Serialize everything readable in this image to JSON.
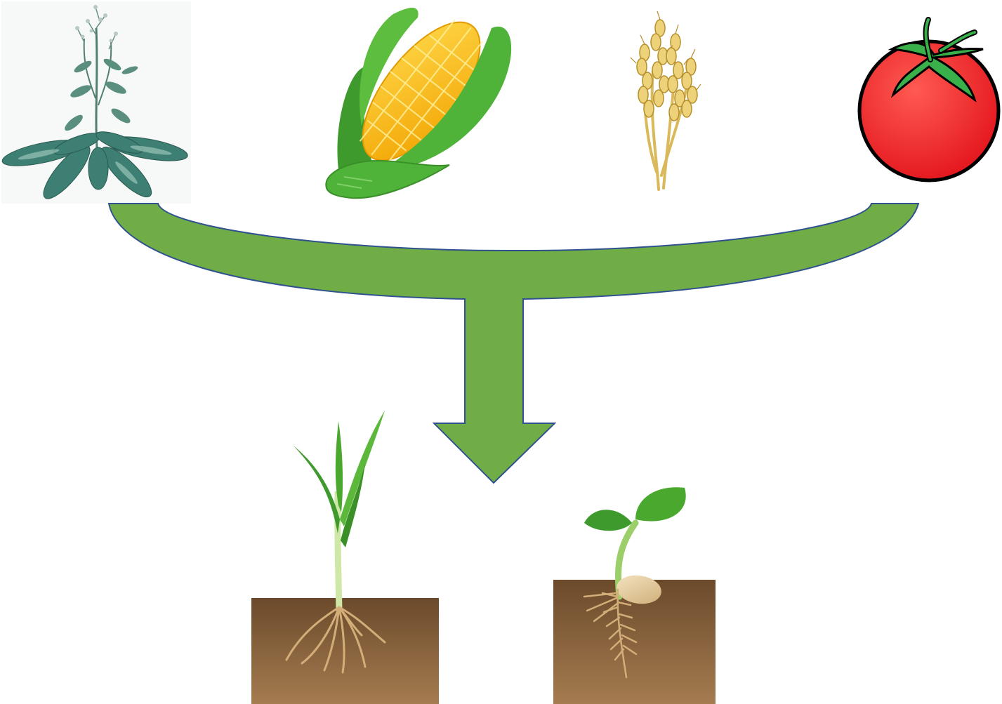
{
  "diagram": {
    "crops": [
      {
        "id": "arabidopsis",
        "icon": "arabidopsis-plant-icon"
      },
      {
        "id": "maize",
        "icon": "corn-cob-icon"
      },
      {
        "id": "wheat",
        "icon": "wheat-ears-icon"
      },
      {
        "id": "tomato",
        "icon": "tomato-icon"
      }
    ],
    "arrow": {
      "icon": "converging-down-arrow-icon",
      "fill": "#70ad47",
      "stroke": "#2f528f"
    },
    "seedlings": [
      {
        "id": "monocot-seedling",
        "icon": "grass-seedling-in-soil-icon"
      },
      {
        "id": "dicot-seedling",
        "icon": "bean-seedling-in-soil-icon"
      }
    ],
    "colors": {
      "arrow_green": "#70ad47",
      "soil_top": "#6b4a2b",
      "soil_bottom": "#a57c50",
      "tomato_red": "#e8262a",
      "corn_yellow": "#f7b500",
      "wheat_gold": "#e0c060",
      "leaf_green": "#4aa82e",
      "arabidopsis_leaf": "#3d7f72"
    }
  }
}
